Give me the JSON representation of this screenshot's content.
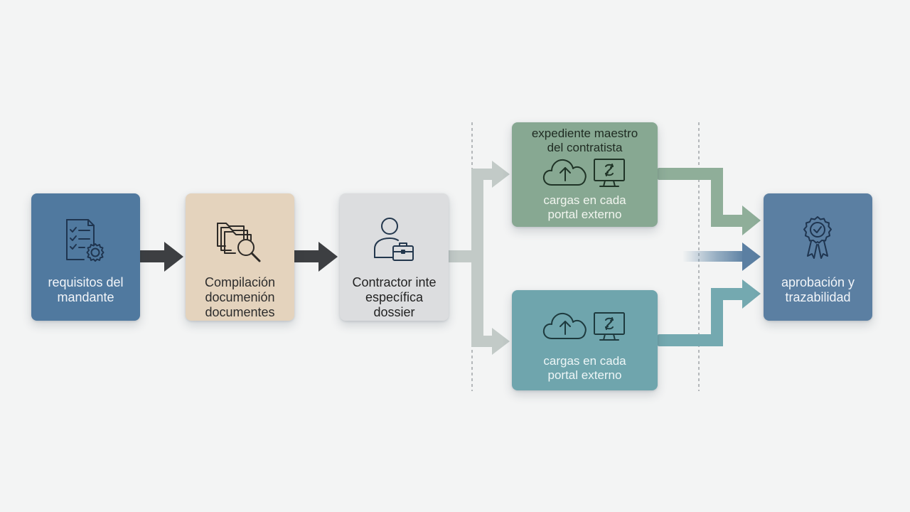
{
  "boxes": {
    "requisitos": {
      "label_line1": "requisitos del",
      "label_line2": "mandante"
    },
    "compilacion": {
      "label_line1": "Compilación",
      "label_line2": "documenión",
      "label_line3": "documentes"
    },
    "contractor": {
      "label_line1": "Contractor inte",
      "label_line2": "específica",
      "label_line3": "dossier"
    },
    "maestro": {
      "title_line1": "expediente maestro",
      "title_line2": "del contratista",
      "label_line1": "cargas en cada",
      "label_line2": "portal externo"
    },
    "portal": {
      "label_line1": "cargas en cada",
      "label_line2": "portal externo"
    },
    "aprobacion": {
      "label_line1": "aprobación y",
      "label_line2": "trazabilidad"
    }
  },
  "icons": {
    "requisitos": "checklist-gear-icon",
    "compilacion": "folder-search-icon",
    "contractor": "person-briefcase-icon",
    "maestro_cloud": "cloud-upload-icon",
    "maestro_monitor": "monitor-sync-icon",
    "portal_cloud": "cloud-upload-icon",
    "portal_monitor": "monitor-sync-icon",
    "aprobacion": "award-badge-icon"
  },
  "colors": {
    "requisitos": "#50799f",
    "compilacion": "#e4d3bd",
    "contractor": "#dcdddf",
    "maestro": "#87a892",
    "portal": "#6fa5ad",
    "aprobacion": "#5b7fa2",
    "arrow_dark": "#3d3f42"
  }
}
